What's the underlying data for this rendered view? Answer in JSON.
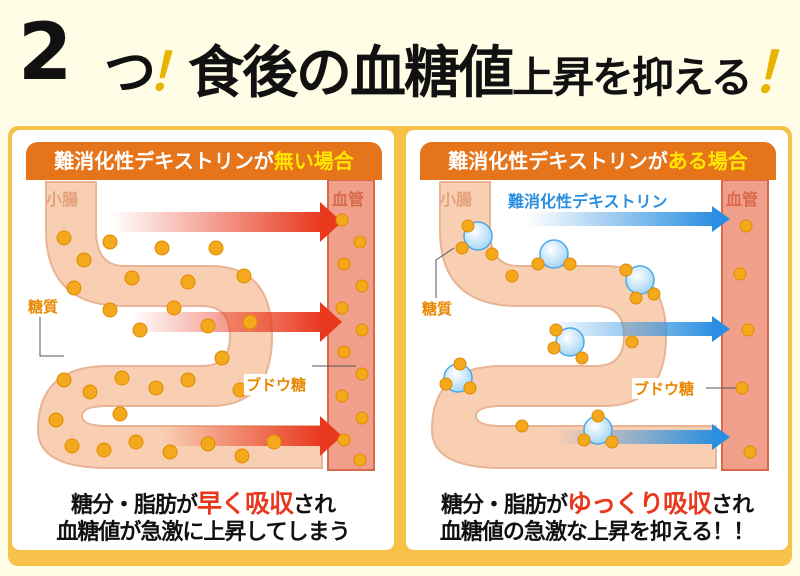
{
  "headline": {
    "number": "2",
    "small": "つ",
    "bang": "！",
    "main_a": "食後の血糖値",
    "main_b": "上昇を抑える",
    "main_bang": "！"
  },
  "left_panel": {
    "title_a": "難消化性デキストリンが",
    "title_b": "無い場合",
    "label_intestine": "小腸",
    "label_vessel": "血管",
    "label_sugar": "糖質",
    "label_glucose": "ブドウ糖",
    "caption_1a": "糖分・脂肪が",
    "caption_1b": "早く吸収",
    "caption_1c": "され",
    "caption_2": "血糖値が急激に上昇してしまう"
  },
  "right_panel": {
    "title_a": "難消化性デキストリンが",
    "title_b": "ある場合",
    "label_intestine": "小腸",
    "label_vessel": "血管",
    "label_dextrin": "難消化性デキストリン",
    "label_sugar": "糖質",
    "label_glucose": "ブドウ糖",
    "caption_1a": "糖分・脂肪が",
    "caption_1b": "ゆっくり吸収",
    "caption_1c": "され",
    "caption_2": "血糖値の急激な上昇を抑える！！"
  },
  "colors": {
    "orange_accent": "#e6741a",
    "yellow_accent": "#ffe600",
    "red_arrow": "#e8381e",
    "blue_arrow": "#2a8fe0",
    "intestine_fill": "#f9cfb3",
    "vessel_fill": "#f0a08a"
  }
}
